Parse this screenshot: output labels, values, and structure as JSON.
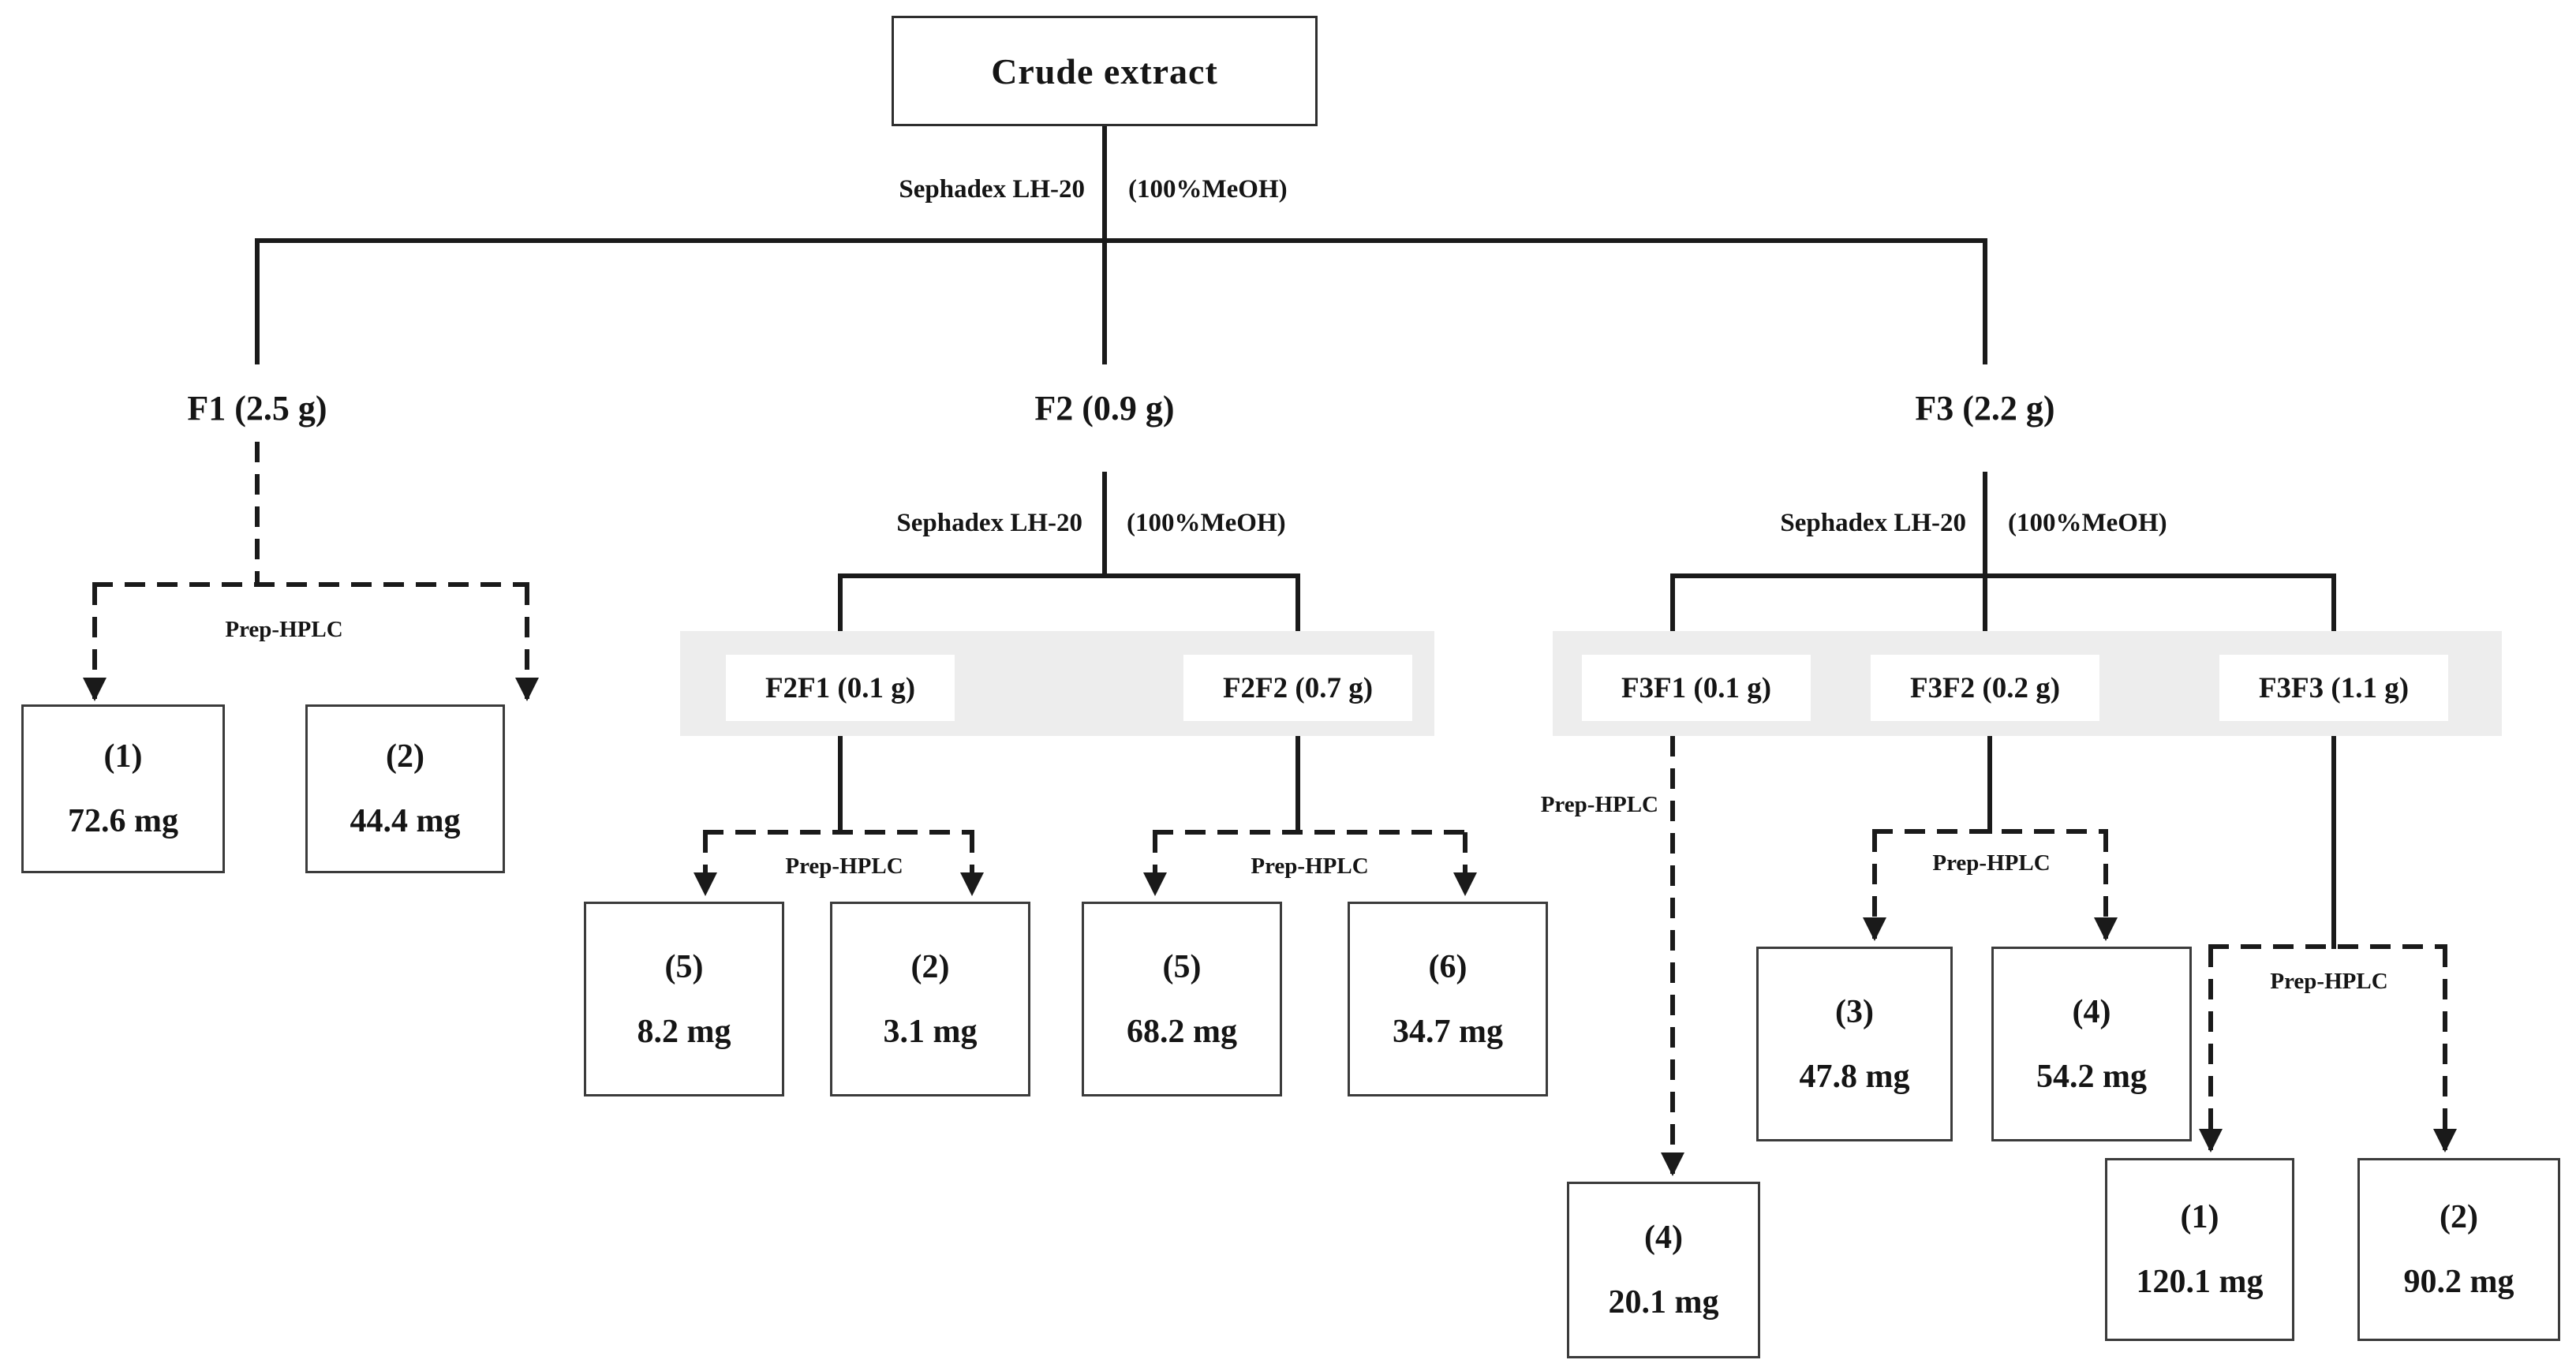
{
  "diagram": {
    "root": {
      "label": "Crude extract"
    },
    "separation": {
      "method": "Sephadex LH-20",
      "solvent": "(100%MeOH)"
    },
    "hplc_label": "Prep-HPLC",
    "fractions": {
      "f1": {
        "label": "F1 (2.5 g)"
      },
      "f2": {
        "label": "F2 (0.9 g)"
      },
      "f3": {
        "label": "F3 (2.2 g)"
      },
      "f2f1": {
        "label": "F2F1 (0.1 g)"
      },
      "f2f2": {
        "label": "F2F2 (0.7 g)"
      },
      "f3f1": {
        "label": "F3F1 (0.1 g)"
      },
      "f3f2": {
        "label": "F3F2 (0.2 g)"
      },
      "f3f3": {
        "label": "F3F3 (1.1 g)"
      }
    },
    "compounds": {
      "f1_a": {
        "id": "(1)",
        "mass": "72.6 mg"
      },
      "f1_b": {
        "id": "(2)",
        "mass": "44.4 mg"
      },
      "f2f1_a": {
        "id": "(5)",
        "mass": "8.2 mg"
      },
      "f2f1_b": {
        "id": "(2)",
        "mass": "3.1 mg"
      },
      "f2f2_a": {
        "id": "(5)",
        "mass": "68.2 mg"
      },
      "f2f2_b": {
        "id": "(6)",
        "mass": "34.7 mg"
      },
      "f3f1_a": {
        "id": "(4)",
        "mass": "20.1 mg"
      },
      "f3f2_a": {
        "id": "(3)",
        "mass": "47.8 mg"
      },
      "f3f2_b": {
        "id": "(4)",
        "mass": "54.2 mg"
      },
      "f3f3_a": {
        "id": "(1)",
        "mass": "120.1 mg"
      },
      "f3f3_b": {
        "id": "(2)",
        "mass": "90.2 mg"
      }
    },
    "colors": {
      "band": "#ededed",
      "line": "#1a1a1a"
    }
  }
}
